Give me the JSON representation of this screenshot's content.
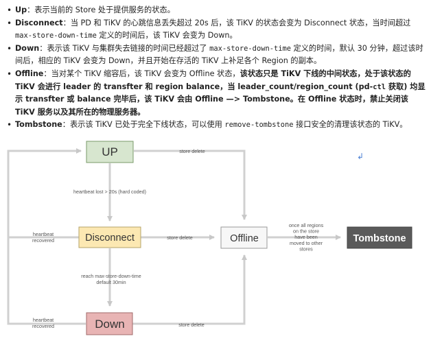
{
  "states_list": [
    {
      "term": "Up",
      "sep": "：",
      "parts": [
        {
          "t": "表示当前的 Store 处于提供服务的状态。"
        }
      ]
    },
    {
      "term": "Disconnect",
      "sep": "：",
      "parts": [
        {
          "t": "当 PD 和 TiKV 的心跳信息丢失超过 20s 后，该 TiKV 的状态会变为 Disconnect 状态，当时间超过 "
        },
        {
          "t": "max-store-down-time",
          "code": true
        },
        {
          "t": " 定义的时间后，该 TiKV 会变为 Down。"
        }
      ]
    },
    {
      "term": "Down",
      "sep": "：",
      "parts": [
        {
          "t": "表示该 TiKV 与集群失去链接的时间已经超过了 "
        },
        {
          "t": "max-store-down-time",
          "code": true
        },
        {
          "t": " 定义的时间，默认 30 分钟，超过该时间后，相应的 TiKV 会变为 Down，并且开始在存活的 TiKV 上补足各个 Region 的副本。"
        }
      ]
    },
    {
      "term": "Offline",
      "sep": "：",
      "parts": [
        {
          "t": "当对某个 TiKV 缩容后，该 TiKV 会变为 Offline 状态，"
        },
        {
          "t": "该状态只是 TiKV 下线的中间状态，处于该状态的 TiKV 会进行 leader 的 transfter 和 region balance，当 leader_count/region_count (pd-",
          "bold": true
        },
        {
          "t": "ctl",
          "code": true,
          "bold": true
        },
        {
          "t": " 获取) 均显示 transfter 或 balance 完毕后，该 TiKV 会由 Offline —> Tombstone。在 Offline 状态时，禁止关闭该 TiKV 服务以及其所在的物理服务器。",
          "bold": true
        }
      ]
    },
    {
      "term": "Tombstone",
      "sep": "：",
      "parts": [
        {
          "t": "表示该 TiKV 已处于完全下线状态，可以使用 "
        },
        {
          "t": "remove-tombstone",
          "code": true
        },
        {
          "t": " 接口安全的清理该状态的 TiKV。"
        }
      ]
    }
  ],
  "diagram": {
    "nodes": {
      "up": {
        "label": "UP",
        "fill": "#d7e6cf",
        "stroke": "#7a9a6a"
      },
      "disconnect": {
        "label": "Disconnect",
        "fill": "#fce8b2",
        "stroke": "#b5a36a"
      },
      "offline": {
        "label": "Offline",
        "fill": "#f7f7f7",
        "stroke": "#999999"
      },
      "down": {
        "label": "Down",
        "fill": "#e8b4b4",
        "stroke": "#a06a6a"
      },
      "tombstone": {
        "label": "Tombstone",
        "fill": "#5a5a5a",
        "stroke": "#444444"
      }
    },
    "edge_labels": {
      "up_store_delete": "store delete",
      "heartbeat_lost": "heartbeat lost > 20s (hard coded)",
      "heartbeat_recovered_1": [
        "heartbeat",
        "recovered"
      ],
      "disconnect_store_delete": "store delete",
      "once_all_regions": [
        "once all regions",
        "on the store",
        "have been",
        "moved to other",
        "stores"
      ],
      "reach_max": [
        "reach max-store-down-time",
        "default 30min"
      ],
      "heartbeat_recovered_2": [
        "heartbeat",
        "recovered"
      ],
      "down_store_delete": "store delete"
    },
    "mark": "↲",
    "colors": {
      "line": "#d0d0d0",
      "arrow": "#c8c8c8",
      "label": "#555555",
      "tomb_text": "#ffffff",
      "mark": "#4a7fd4"
    }
  }
}
